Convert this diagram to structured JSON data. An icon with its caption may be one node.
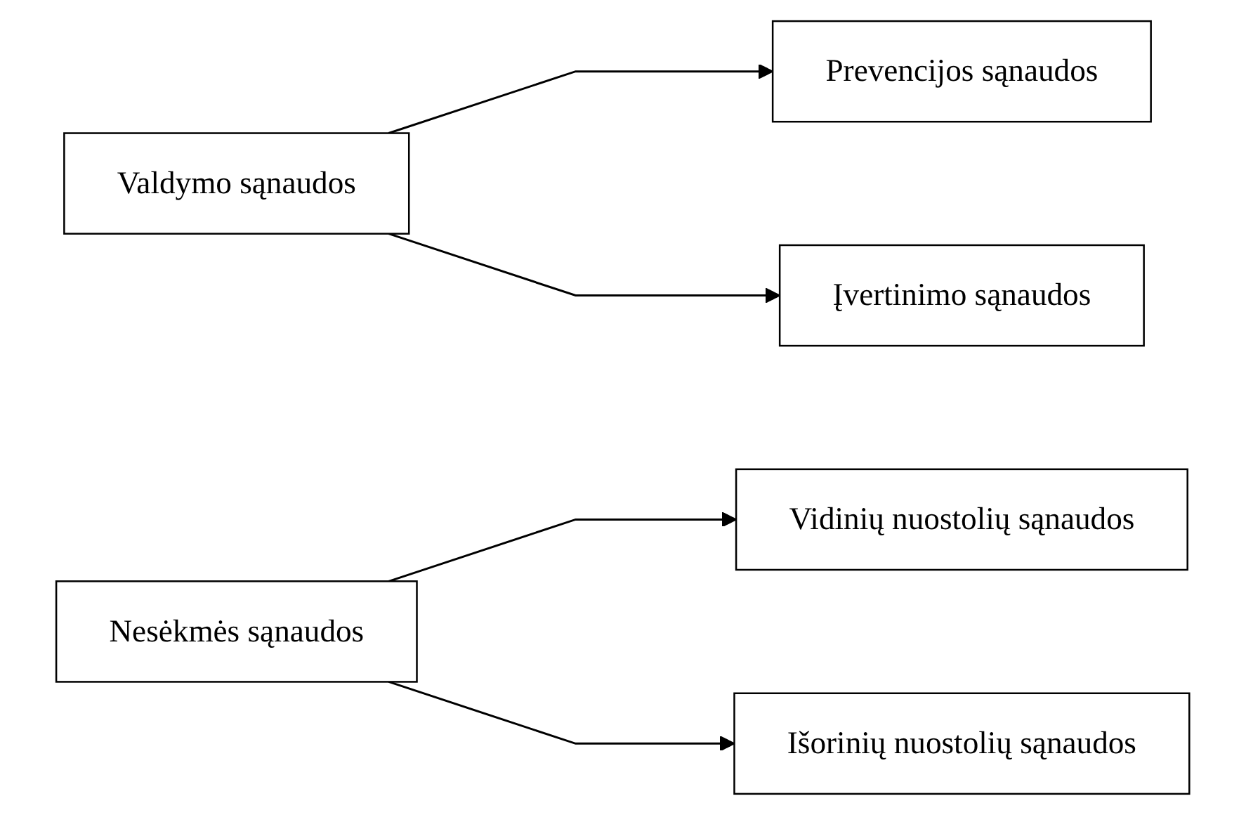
{
  "diagram": {
    "nodes": [
      {
        "text": [
          "Valdymo sąnaudos"
        ]
      },
      {
        "text": [
          "Prevencijos sąnaudos"
        ]
      },
      {
        "text": [
          "Įvertinimo sąnaudos"
        ]
      },
      {
        "text": [
          "Nesėkmės sąnaudos"
        ]
      },
      {
        "text": [
          "Vidinių nuostolių sąnaudos"
        ]
      },
      {
        "text": [
          "Išorinių nuostolių sąnaudos"
        ]
      }
    ],
    "edges": [
      {
        "from": 0,
        "to": 1,
        "arrow": "to"
      },
      {
        "from": 0,
        "to": 2,
        "arrow": "to"
      },
      {
        "from": 3,
        "to": 4,
        "arrow": "to"
      },
      {
        "from": 3,
        "to": 5,
        "arrow": "to"
      }
    ]
  }
}
